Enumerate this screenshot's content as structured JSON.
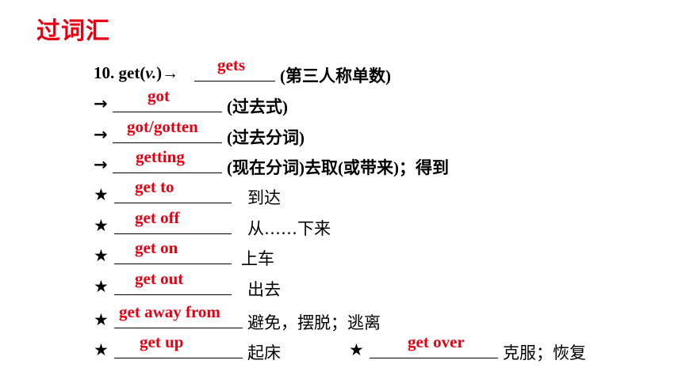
{
  "title": "过词汇",
  "rows": [
    {
      "prefix": "10. get(",
      "prefix_italic": "v.",
      "prefix_end": ")→",
      "answer": "gets",
      "note": "(第三人称单数)"
    },
    {
      "prefix": "→",
      "answer": "got",
      "note": "(过去式)"
    },
    {
      "prefix": "→",
      "answer": "got/gotten",
      "note": "(过去分词)"
    },
    {
      "prefix": "→",
      "answer": "getting",
      "note": "(现在分词)去取(或带来)；得到"
    },
    {
      "prefix": "★",
      "answer": "get to",
      "note": "到达"
    },
    {
      "prefix": "★",
      "answer": "get off",
      "note": "从……下来"
    },
    {
      "prefix": "★",
      "answer": "get on",
      "note": "上车"
    },
    {
      "prefix": "★",
      "answer": "get out",
      "note": "出去"
    },
    {
      "prefix": "★",
      "answer": "get away from",
      "note": "避免，摆脱；逃离"
    },
    {
      "prefix": "★",
      "answer": "get up",
      "note": "起床"
    },
    {
      "prefix": "★",
      "answer": "get over",
      "note": "克服；恢复"
    }
  ]
}
